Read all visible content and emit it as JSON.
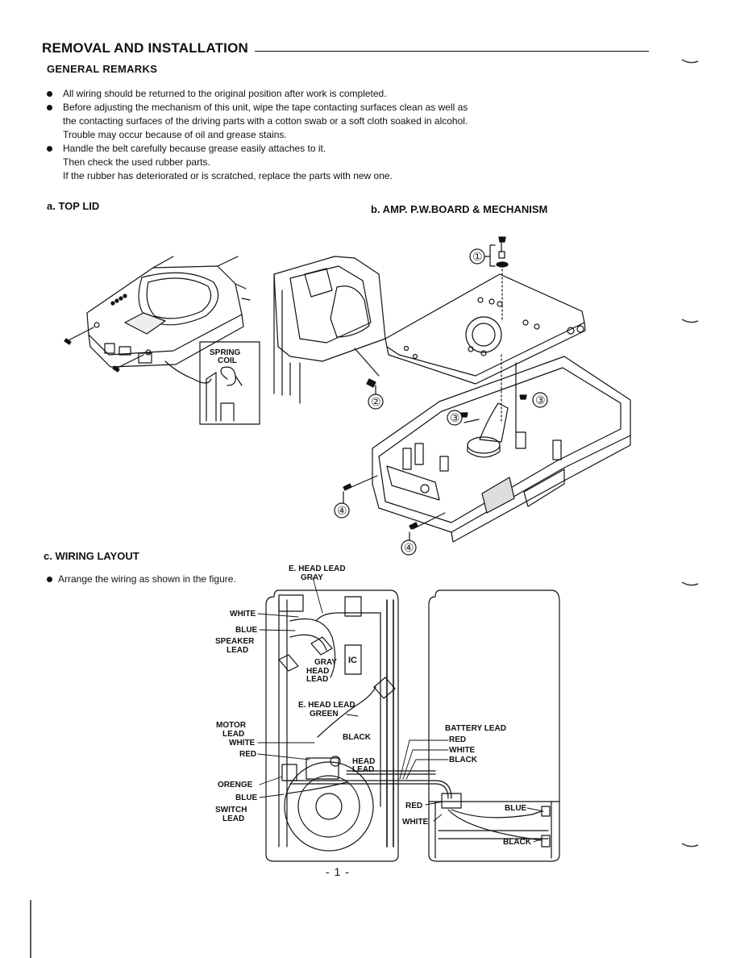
{
  "title": "REMOVAL AND INSTALLATION",
  "general_remarks": {
    "heading": "GENERAL REMARKS",
    "lines": [
      {
        "bullet": true,
        "text": "All wiring should be returned to the original position after work is completed."
      },
      {
        "bullet": true,
        "text": "Before adjusting the mechanism of this unit, wipe the tape contacting surfaces clean as well as"
      },
      {
        "bullet": false,
        "text": "the contacting surfaces of the driving parts with a cotton swab or a soft cloth soaked in alcohol."
      },
      {
        "bullet": false,
        "text": "Trouble may occur because of oil and grease stains."
      },
      {
        "bullet": true,
        "text": "Handle the belt carefully because grease easily attaches to it."
      },
      {
        "bullet": false,
        "text": "Then check the used rubber parts."
      },
      {
        "bullet": false,
        "text": "If the rubber has deteriorated or is scratched, replace the parts with new one."
      }
    ]
  },
  "sections": {
    "a": "a.  TOP LID",
    "b": "b.  AMP. P.W.BOARD & MECHANISM",
    "c": "c.  WIRING LAYOUT"
  },
  "wiring_note": "Arrange the wiring as shown in the figure.",
  "figure_a": {
    "spring_coil": [
      "SPRING",
      "COIL"
    ]
  },
  "figure_b": {
    "callouts": [
      "①",
      "②",
      "③",
      "③",
      "④",
      "④"
    ]
  },
  "figure_c": {
    "labels": {
      "e_head_lead_top": "E. HEAD LEAD",
      "gray_top": "GRAY",
      "white": "WHITE",
      "blue": "BLUE",
      "speaker_lead_1": "SPEAKER",
      "speaker_lead_2": "LEAD",
      "gray_head": "GRAY",
      "head_1": "HEAD",
      "lead_1": "LEAD",
      "ic": "IC",
      "e_head_lead_mid": "E. HEAD LEAD",
      "green": "GREEN",
      "motor_1": "MOTOR",
      "motor_2": "LEAD",
      "motor_white": "WHITE",
      "motor_red": "RED",
      "black_mid": "BLACK",
      "head_2": "HEAD",
      "lead_2": "LEAD",
      "orenge": "ORENGE",
      "switch_blue": "BLUE",
      "switch_1": "SWITCH",
      "switch_2": "LEAD",
      "battery_lead": "BATTERY LEAD",
      "bat_red": "RED",
      "bat_white": "WHITE",
      "bat_black": "BLACK",
      "r_red": "RED",
      "r_white": "WHITE",
      "r_blue": "BLUE",
      "r_black": "BLACK"
    }
  },
  "page_number": "- 1 -"
}
